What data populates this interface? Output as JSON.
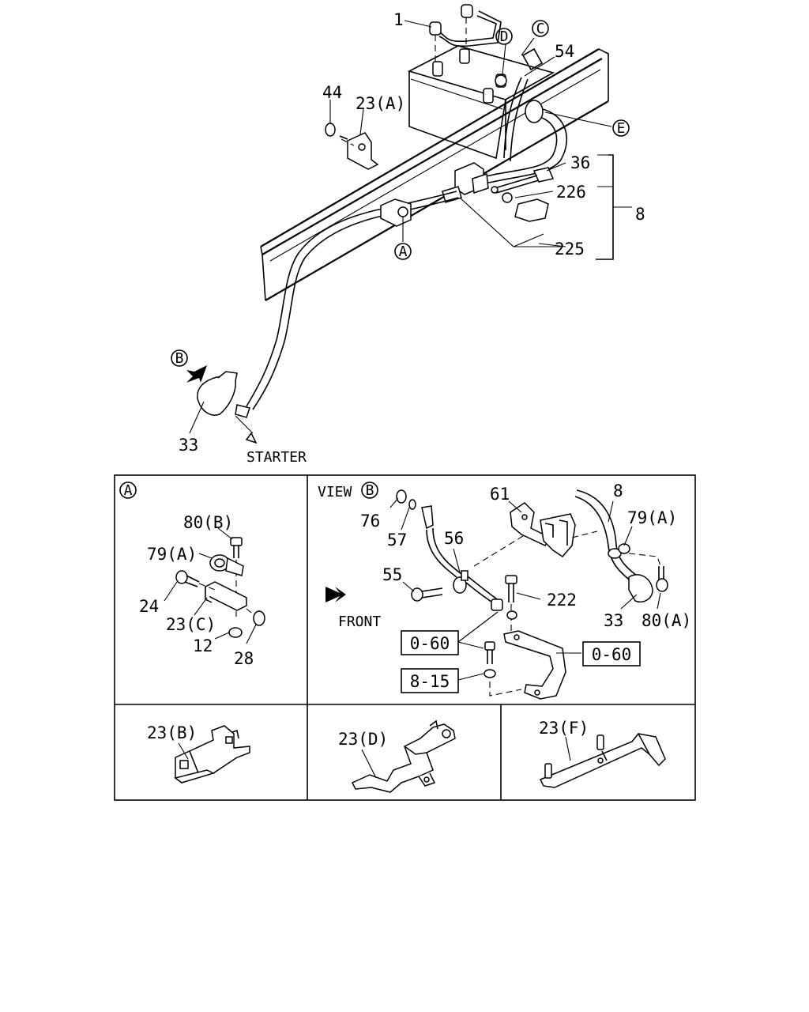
{
  "main_callouts": {
    "c1": "1",
    "c54": "54",
    "c44": "44",
    "c23a": "23(A)",
    "c36": "36",
    "c226": "226",
    "c8": "8",
    "c225": "225",
    "c33": "33",
    "starter": "STARTER"
  },
  "ref_markers": {
    "a": "A",
    "b": "B",
    "c": "C",
    "d": "D",
    "e": "E"
  },
  "detail_a": {
    "marker": "A",
    "c80b": "80(B)",
    "c79a": "79(A)",
    "c24": "24",
    "c23c": "23(C)",
    "c12": "12",
    "c28": "28"
  },
  "view_b": {
    "title": "VIEW",
    "marker": "B",
    "c76": "76",
    "c57": "57",
    "c61": "61",
    "c8": "8",
    "c79a": "79(A)",
    "c56": "56",
    "c55": "55",
    "c222": "222",
    "c33": "33",
    "c80a": "80(A)",
    "front": "FRONT",
    "box_060_left": "0-60",
    "box_060_right": "0-60",
    "box_815": "8-15"
  },
  "bottom_panels": {
    "c23b": "23(B)",
    "c23d": "23(D)",
    "c23f": "23(F)"
  }
}
